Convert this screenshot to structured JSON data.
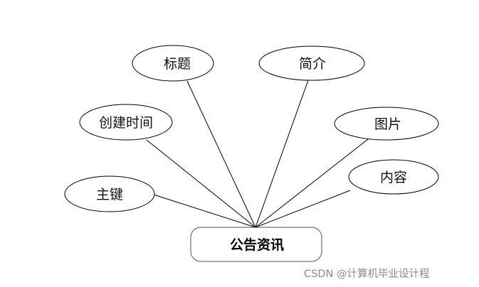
{
  "entity": {
    "label": "公告资讯"
  },
  "attributes": {
    "title": "标题",
    "summary": "简介",
    "created_time": "创建时间",
    "image": "图片",
    "content": "内容",
    "primary_key": "主键"
  },
  "watermark": "CSDN @计算机毕业设计程"
}
